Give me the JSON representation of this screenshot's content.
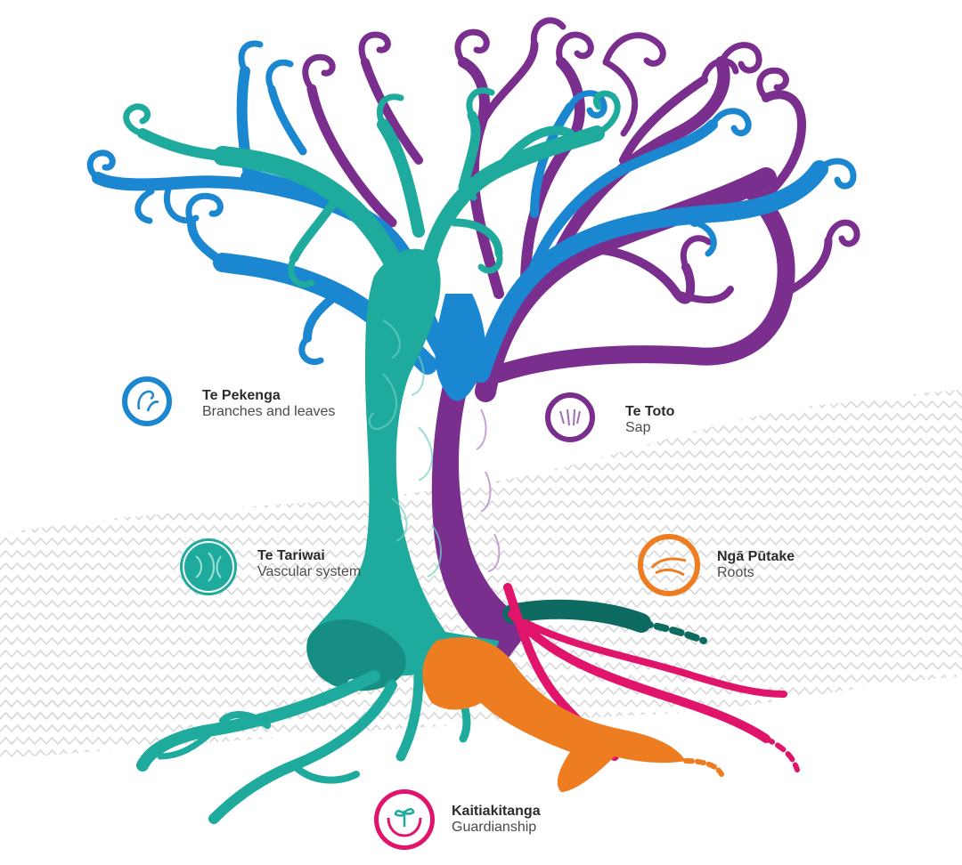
{
  "colors": {
    "blue": "#1b87d1",
    "teal": "#1eaa9c",
    "purple": "#7a2e8e",
    "orange": "#ee7d22",
    "magenta": "#e0146b",
    "dark_teal": "#0d6b61",
    "background_pattern": "#d9d9d9"
  },
  "labels": {
    "pekenga": {
      "title": "Te Pekenga",
      "subtitle": "Branches and leaves",
      "color": "#1b87d1",
      "icon": "koru-leaf-icon"
    },
    "toto": {
      "title": "Te Toto",
      "subtitle": "Sap",
      "color": "#7a2e8e",
      "icon": "sap-drops-icon"
    },
    "tariwai": {
      "title": "Te Tariwai",
      "subtitle": "Vascular system",
      "color": "#1eaa9c",
      "icon": "vascular-pattern-icon"
    },
    "putake": {
      "title": "Ngā Pūtake",
      "subtitle": "Roots",
      "color": "#ee7d22",
      "icon": "roots-icon"
    },
    "kaitiakitanga": {
      "title": "Kaitiakitanga",
      "subtitle": "Guardianship",
      "color": "#e0146b",
      "icon": "hands-seedling-icon"
    }
  }
}
